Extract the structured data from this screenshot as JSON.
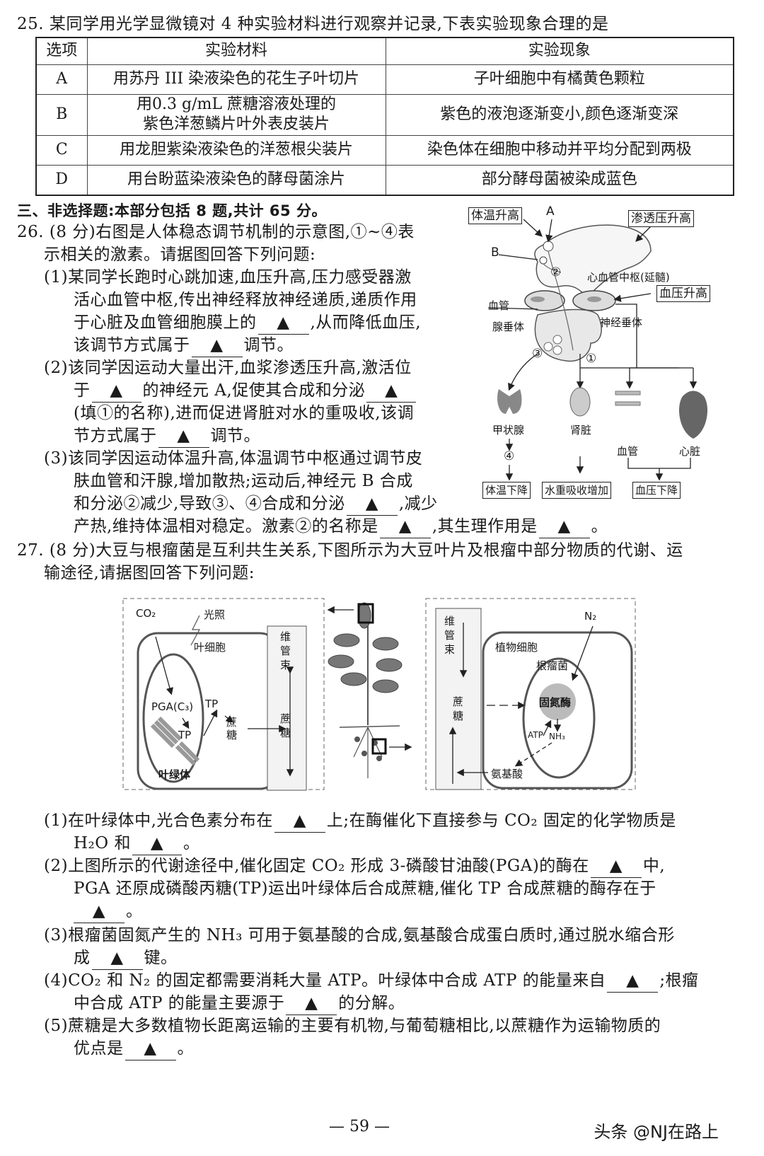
{
  "q25": {
    "stem": "25. 某同学用光学显微镜对 4 种实验材料进行观察并记录,下表实验现象合理的是",
    "headers": [
      "选项",
      "实验材料",
      "实验现象"
    ],
    "rows": [
      {
        "option": "A",
        "material": "用苏丹 III 染液染色的花生子叶切片",
        "phenomenon": "子叶细胞中有橘黄色颗粒"
      },
      {
        "option": "B",
        "material_line1": "用0.3 g/mL 蔗糖溶液处理的",
        "material_line2": "紫色洋葱鳞片叶外表皮装片",
        "phenomenon": "紫色的液泡逐渐变小,颜色逐渐变深"
      },
      {
        "option": "C",
        "material": "用龙胆紫染液染色的洋葱根尖装片",
        "phenomenon": "染色体在细胞中移动并平均分配到两极"
      },
      {
        "option": "D",
        "material": "用台盼蓝染液染色的酵母菌涂片",
        "phenomenon": "部分酵母菌被染成蓝色"
      }
    ]
  },
  "section3": {
    "title": "三、非选择题:本部分包括 8 题,共计 65 分。"
  },
  "q26": {
    "lines": [
      "26. (8 分)右图是人体稳态调节机制的示意图,①~④表",
      "示相关的激素。请据图回答下列问题:",
      "(1)某同学长跑时心跳加速,血压升高,压力感受器激",
      "活心血管中枢,传出神经释放神经递质,递质作用",
      "于心脏及血管细胞膜上的",
      ",从而降低血压,",
      "该调节方式属于",
      "调节。",
      "(2)该同学因运动大量出汗,血浆渗透压升高,激活位",
      "于",
      "的神经元 A,促使其合成和分泌",
      "(填①的名称),进而促进肾脏对水的重吸收,该调",
      "节方式属于",
      "调节。",
      "(3)该同学因运动体温升高,体温调节中枢通过调节皮",
      "肤血管和汗腺,增加散热;运动后,神经元 B 合成",
      "和分泌②减少,导致③、④合成和分泌",
      ",减少",
      "产热,维持体温相对稳定。激素②的名称是",
      ",其生理作用是",
      "。"
    ],
    "blank": "▲",
    "diagram": {
      "labels": {
        "temp_rise": "体温升高",
        "A": "A",
        "B": "B",
        "osmotic_rise": "渗透压升高",
        "h2": "②",
        "cardio_center": "心血管中枢(延髓)",
        "bp_rise": "血压升高",
        "vessel": "血管",
        "adenohypophysis": "腺垂体",
        "neurohypophysis": "神经垂体",
        "h3": "③",
        "h1": "①",
        "thyroid": "甲状腺",
        "kidney": "肾脏",
        "vessel2": "血管",
        "heart": "心脏",
        "h4": "④",
        "temp_drop": "体温下降",
        "water_reabs": "水重吸收增加",
        "bp_drop": "血压下降"
      }
    }
  },
  "q27": {
    "lines": [
      "27. (8 分)大豆与根瘤菌是互利共生关系,下图所示为大豆叶片及根瘤中部分物质的代谢、运",
      "输途径,请据图回答下列问题:"
    ],
    "diagram": {
      "left": {
        "co2": "CO₂",
        "light": "光照",
        "leaf_cell": "叶细胞",
        "pga": "PGA(C₃)",
        "tp1": "TP",
        "tp2": "TP",
        "sucrose": "蔗糖",
        "chloroplast": "叶绿体",
        "bundle": "维管束",
        "bundle_sucrose": "蔗糖"
      },
      "right": {
        "bundle": "维管束",
        "sucrose": "蔗糖",
        "plant_cell": "植物细胞",
        "rhizobia": "根瘤菌",
        "n2": "N₂",
        "nitrogenase": "固氮酶",
        "atp": "ATP",
        "nh3": "NH₃",
        "amino_acid": "氨基酸"
      }
    },
    "questions": [
      {
        "l1a": "(1)在叶绿体中,光合色素分布在",
        "l1b": "上;在酶催化下直接参与 CO₂ 固定的化学物质是",
        "l2a": "H₂O 和",
        "l2b": "。"
      },
      {
        "l1a": "(2)上图所示的代谢途径中,催化固定 CO₂ 形成 3-磷酸甘油酸(PGA)的酶在",
        "l1b": "中,",
        "l2": "PGA 还原成磷酸丙糖(TP)运出叶绿体后合成蔗糖,催化 TP 合成蔗糖的酶存在于",
        "l3b": "。"
      },
      {
        "l1": "(3)根瘤菌固氮产生的 NH₃ 可用于氨基酸的合成,氨基酸合成蛋白质时,通过脱水缩合形",
        "l2a": "成",
        "l2b": "键。"
      },
      {
        "l1a": "(4)CO₂ 和 N₂ 的固定都需要消耗大量 ATP。叶绿体中合成 ATP 的能量来自",
        "l1b": ";根瘤",
        "l2a": "中合成 ATP 的能量主要源于",
        "l2b": "的分解。"
      },
      {
        "l1": "(5)蔗糖是大多数植物长距离运输的主要有机物,与葡萄糖相比,以蔗糖作为运输物质的",
        "l2a": "优点是",
        "l2b": "。"
      }
    ]
  },
  "footer": {
    "page": "— 59 —",
    "watermark": "头条 @NJ在路上"
  }
}
